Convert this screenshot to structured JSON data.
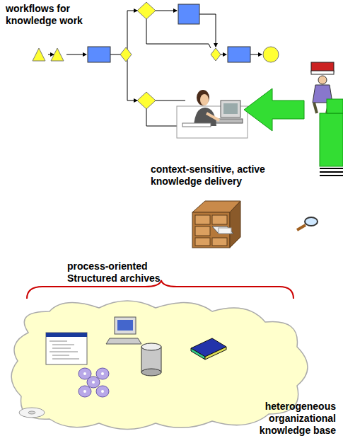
{
  "diagram": {
    "labels": [
      "workflows for knowledge work",
      "context-sensitive, active knowledge delivery",
      "process-oriented Structured archives",
      "heterogeneous organizational knowledge base"
    ]
  }
}
